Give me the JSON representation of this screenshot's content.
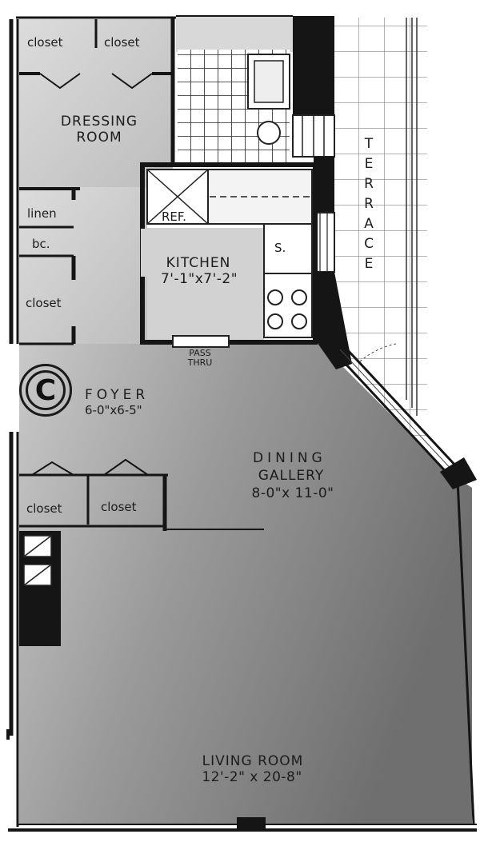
{
  "unit_letter": "C",
  "rooms": {
    "closet_top_left": "closet",
    "closet_top_right": "closet",
    "dressing_room_line1": "DRESSING",
    "dressing_room_line2": "ROOM",
    "linen": "linen",
    "bc": "bc.",
    "closet_mid": "closet",
    "refrigerator": "REF.",
    "sink": "S.",
    "kitchen": "KITCHEN",
    "kitchen_dim": "7'-1\"x7'-2\"",
    "pass_thru_line1": "PASS",
    "pass_thru_line2": "THRU",
    "foyer": "FOYER",
    "foyer_dim": "6-0\"x6-5\"",
    "dining_line1": "DINING",
    "dining_line2": "GALLERY",
    "dining_dim": "8-0\"x 11-0\"",
    "closet_bottom_left": "closet",
    "closet_bottom_right": "closet",
    "living_room": "LIVING ROOM",
    "living_dim": "12'-2\"  x  20-8\""
  },
  "terrace_letters": [
    "T",
    "E",
    "R",
    "R",
    "A",
    "C",
    "E"
  ]
}
